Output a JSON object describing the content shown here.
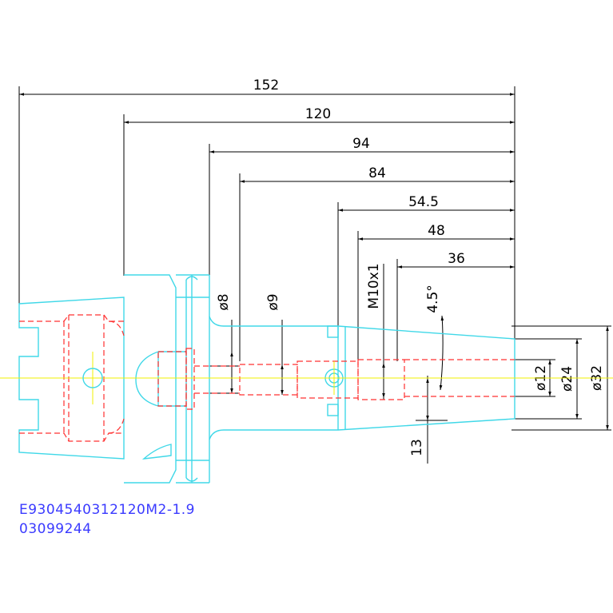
{
  "dimensions": {
    "d152": "152",
    "d120": "120",
    "d94": "94",
    "d84": "84",
    "d54_5": "54.5",
    "d48": "48",
    "d36": "36",
    "phi8": "ø8",
    "phi9": "ø9",
    "thread": "M10x1",
    "angle": "4.5°",
    "phi12": "ø12",
    "phi24": "ø24",
    "phi32": "ø32",
    "d13": "13"
  },
  "part_number": "E9304540312120M2-1.9",
  "code": "03099244",
  "colors": {
    "outline": "#40d8e8",
    "hidden": "#ff3030",
    "center": "#f0f000",
    "dimension": "#000000",
    "text": "#3a3aff"
  }
}
